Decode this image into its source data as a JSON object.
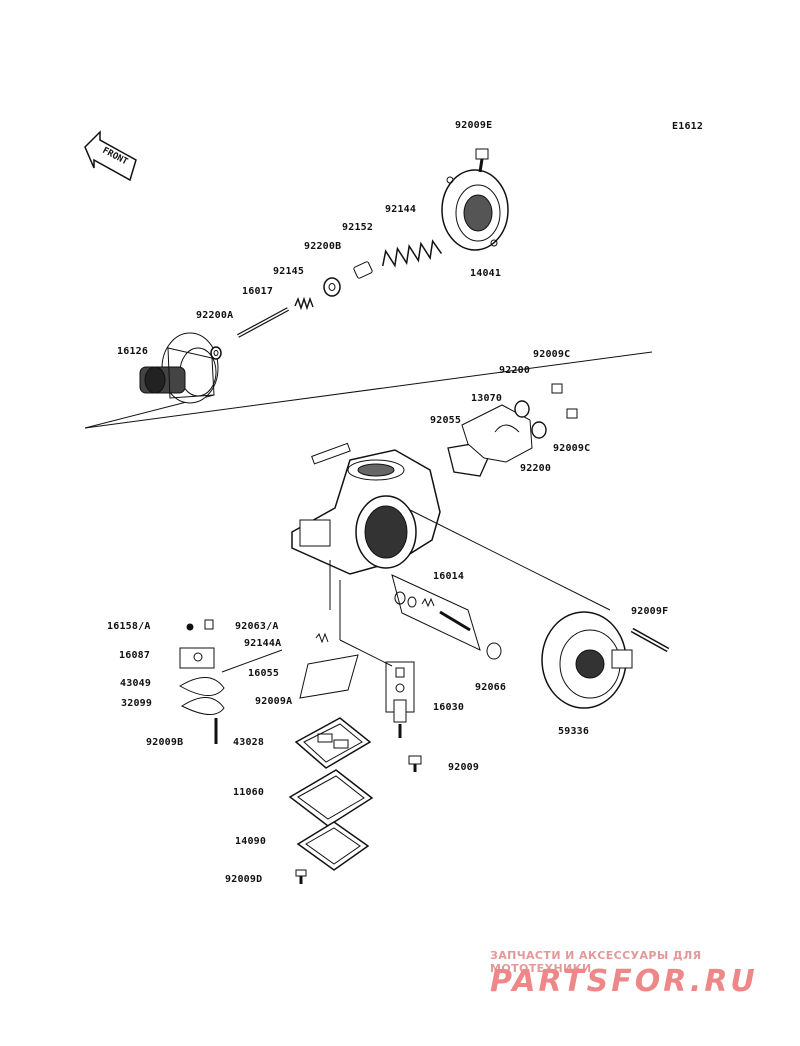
{
  "diagram": {
    "code": "E1612",
    "front_arrow": "FRONT",
    "parts": [
      "92009E",
      "14041",
      "92144",
      "92152",
      "92200B",
      "92145",
      "16017",
      "92200A",
      "16126",
      "92009C",
      "92200",
      "13070",
      "92055",
      "92009C",
      "92200",
      "16014",
      "92009F",
      "59336",
      "92066",
      "16158/A",
      "92063/A",
      "92144A",
      "16087",
      "16055",
      "43049",
      "92009A",
      "16030",
      "32099",
      "92009B",
      "43028",
      "92009",
      "11060",
      "14090",
      "92009D"
    ]
  },
  "watermark": {
    "tagline": "ЗАПЧАСТИ И АКСЕССУАРЫ ДЛЯ МОТОТЕХНИКИ",
    "logo": "PARTSFOR.RU"
  },
  "colors": {
    "ink": "#111111",
    "watermark": "#ee8888"
  }
}
